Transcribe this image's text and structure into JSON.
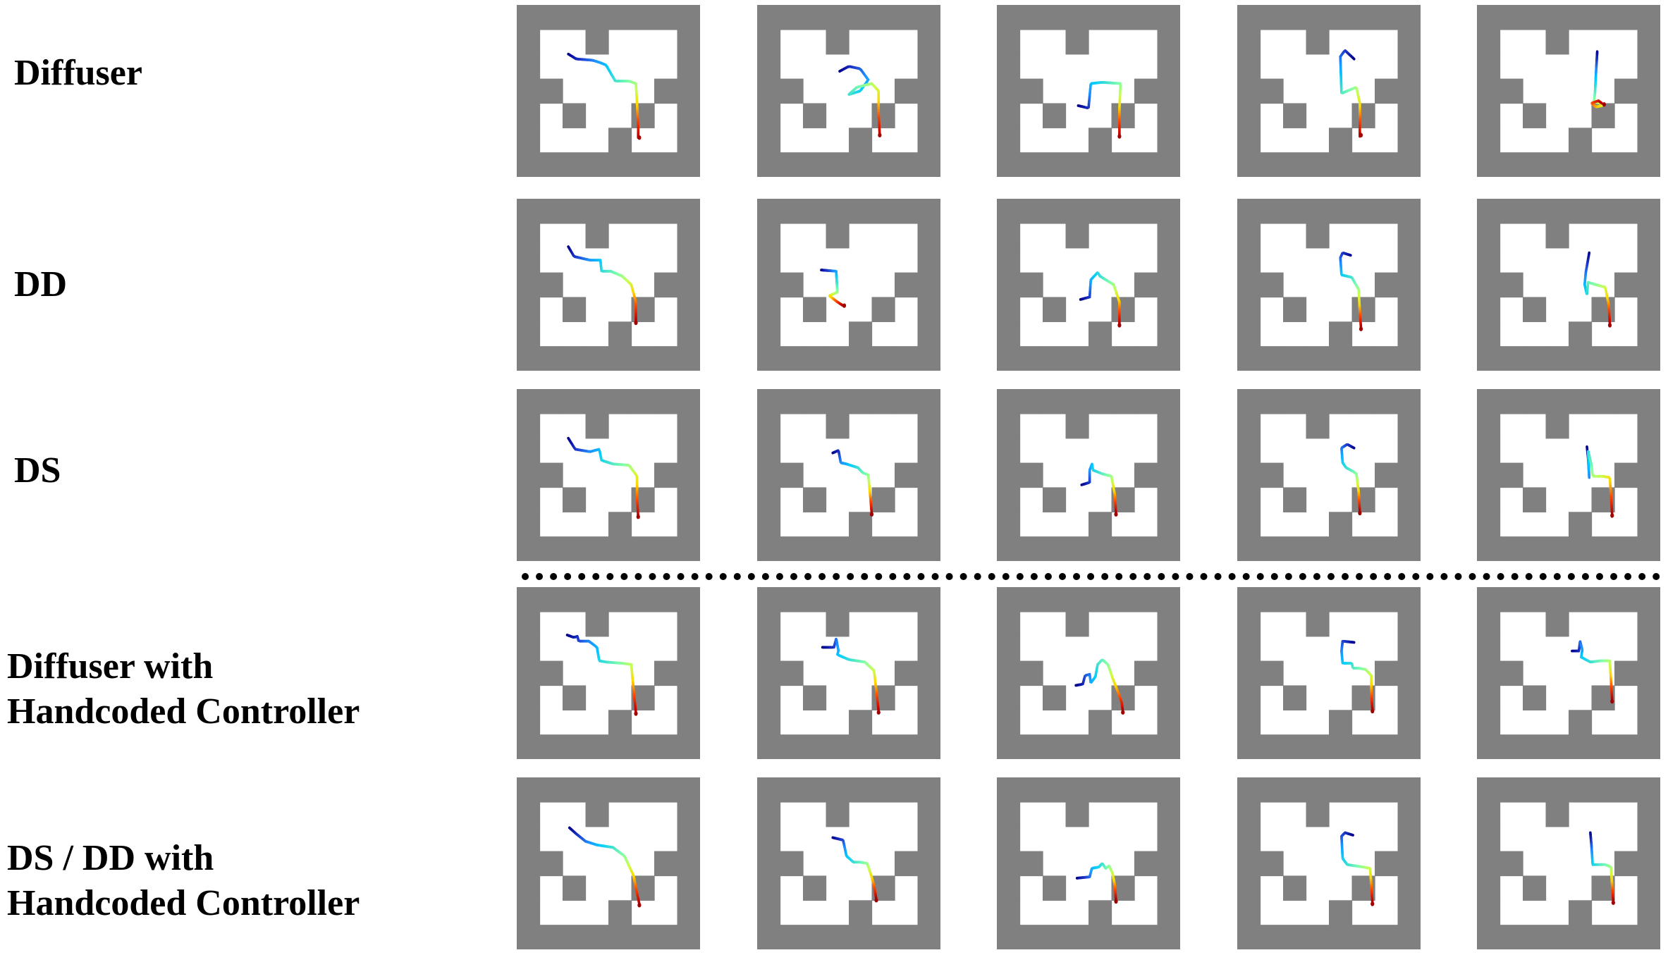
{
  "rows": [
    {
      "label_lines": [
        "Diffuser"
      ]
    },
    {
      "label_lines": [
        "DD"
      ]
    },
    {
      "label_lines": [
        "DS"
      ]
    },
    {
      "label_lines": [
        "Diffuser with",
        "Handcoded Controller"
      ]
    },
    {
      "label_lines": [
        "DS / DD with",
        "Handcoded Controller"
      ]
    }
  ],
  "maze": {
    "wall_color": "#808080",
    "floor_color": "#ffffff",
    "grid": [
      "########",
      "#  #   #",
      "#      #",
      "##    ##",
      "# #  # #",
      "#   #  #",
      "########"
    ]
  },
  "trajectory_colormap": [
    "#00008b",
    "#1e3ccd",
    "#1e90ff",
    "#00ccff",
    "#40e0d0",
    "#7fffaa",
    "#c8ff50",
    "#ffd700",
    "#ff4500",
    "#c00000"
  ],
  "goal_color": "#a00000",
  "separator": {
    "style": "dotted",
    "after_row": 2
  },
  "trajectories": [
    [
      [
        [
          2.25,
          2.0
        ],
        [
          2.6,
          2.2
        ],
        [
          3.3,
          2.25
        ],
        [
          3.65,
          2.35
        ],
        [
          3.9,
          2.45
        ],
        [
          4.3,
          3.1
        ],
        [
          4.9,
          3.1
        ],
        [
          5.2,
          3.2
        ],
        [
          5.25,
          4.0
        ],
        [
          5.3,
          5.0
        ],
        [
          5.3,
          5.4
        ]
      ],
      [
        [
          3.6,
          2.7
        ],
        [
          4.0,
          2.5
        ],
        [
          4.5,
          2.6
        ],
        [
          4.85,
          3.05
        ],
        [
          4.5,
          3.5
        ],
        [
          4.0,
          3.65
        ],
        [
          4.35,
          3.35
        ],
        [
          5.0,
          3.2
        ],
        [
          5.3,
          3.5
        ],
        [
          5.3,
          4.4
        ],
        [
          5.35,
          5.3
        ]
      ],
      [
        [
          3.55,
          4.1
        ],
        [
          4.0,
          4.2
        ],
        [
          4.1,
          3.2
        ],
        [
          4.6,
          3.15
        ],
        [
          5.4,
          3.2
        ],
        [
          5.35,
          4.2
        ],
        [
          5.35,
          5.35
        ]
      ],
      [
        [
          5.1,
          2.2
        ],
        [
          4.7,
          1.85
        ],
        [
          4.5,
          2.1
        ],
        [
          4.55,
          3.6
        ],
        [
          5.2,
          3.35
        ],
        [
          5.35,
          4.0
        ],
        [
          5.35,
          5.35
        ]
      ],
      [
        [
          5.25,
          1.9
        ],
        [
          5.2,
          2.7
        ],
        [
          5.15,
          3.6
        ],
        [
          5.1,
          3.95
        ],
        [
          5.4,
          4.0
        ],
        [
          5.45,
          4.1
        ],
        [
          5.2,
          4.15
        ],
        [
          5.0,
          4.0
        ],
        [
          5.3,
          3.9
        ],
        [
          5.45,
          4.0
        ]
      ]
    ],
    [
      [
        [
          2.25,
          1.95
        ],
        [
          2.5,
          2.35
        ],
        [
          3.2,
          2.5
        ],
        [
          3.65,
          2.5
        ],
        [
          3.7,
          2.95
        ],
        [
          4.1,
          2.95
        ],
        [
          4.6,
          3.15
        ],
        [
          5.0,
          3.5
        ],
        [
          5.2,
          4.2
        ],
        [
          5.2,
          5.0
        ]
      ],
      [
        [
          2.8,
          2.9
        ],
        [
          3.45,
          2.95
        ],
        [
          3.5,
          3.8
        ],
        [
          3.15,
          3.95
        ],
        [
          3.5,
          4.2
        ],
        [
          3.75,
          4.35
        ]
      ],
      [
        [
          3.65,
          4.1
        ],
        [
          4.05,
          4.0
        ],
        [
          4.1,
          3.3
        ],
        [
          4.4,
          3.0
        ],
        [
          4.5,
          3.15
        ],
        [
          5.1,
          3.5
        ],
        [
          5.35,
          4.2
        ],
        [
          5.35,
          5.1
        ]
      ],
      [
        [
          4.95,
          2.3
        ],
        [
          4.6,
          2.2
        ],
        [
          4.5,
          2.4
        ],
        [
          4.55,
          3.1
        ],
        [
          5.0,
          3.2
        ],
        [
          5.3,
          3.7
        ],
        [
          5.35,
          4.6
        ],
        [
          5.4,
          5.25
        ]
      ],
      [
        [
          4.9,
          2.2
        ],
        [
          4.75,
          3.0
        ],
        [
          4.7,
          3.5
        ],
        [
          4.8,
          3.9
        ],
        [
          4.85,
          3.4
        ],
        [
          5.2,
          3.5
        ],
        [
          5.6,
          3.6
        ],
        [
          5.75,
          4.3
        ],
        [
          5.8,
          5.1
        ]
      ]
    ],
    [
      [
        [
          2.25,
          2.0
        ],
        [
          2.55,
          2.45
        ],
        [
          3.2,
          2.55
        ],
        [
          3.6,
          2.45
        ],
        [
          3.7,
          2.9
        ],
        [
          4.2,
          3.05
        ],
        [
          4.9,
          3.1
        ],
        [
          5.25,
          3.55
        ],
        [
          5.25,
          4.4
        ],
        [
          5.3,
          5.2
        ]
      ],
      [
        [
          3.3,
          2.6
        ],
        [
          3.55,
          2.5
        ],
        [
          3.65,
          3.0
        ],
        [
          3.9,
          3.05
        ],
        [
          4.4,
          3.2
        ],
        [
          4.6,
          3.4
        ],
        [
          4.85,
          3.5
        ],
        [
          4.95,
          4.5
        ],
        [
          5.0,
          5.05
        ]
      ],
      [
        [
          3.7,
          3.9
        ],
        [
          4.05,
          3.8
        ],
        [
          4.05,
          3.3
        ],
        [
          4.15,
          3.05
        ],
        [
          4.2,
          3.3
        ],
        [
          4.6,
          3.45
        ],
        [
          5.0,
          3.55
        ],
        [
          5.15,
          4.3
        ],
        [
          5.2,
          5.05
        ]
      ],
      [
        [
          5.1,
          2.4
        ],
        [
          4.8,
          2.25
        ],
        [
          4.55,
          2.4
        ],
        [
          4.6,
          3.0
        ],
        [
          4.75,
          3.2
        ],
        [
          5.05,
          3.35
        ],
        [
          5.2,
          3.45
        ],
        [
          5.3,
          4.2
        ],
        [
          5.35,
          5.0
        ]
      ],
      [
        [
          4.8,
          2.35
        ],
        [
          4.85,
          2.8
        ],
        [
          4.9,
          3.6
        ],
        [
          4.85,
          2.5
        ],
        [
          5.0,
          3.1
        ],
        [
          5.05,
          3.55
        ],
        [
          5.5,
          3.55
        ],
        [
          5.8,
          3.6
        ],
        [
          5.85,
          4.3
        ],
        [
          5.9,
          5.1
        ]
      ]
    ],
    [
      [
        [
          2.2,
          1.95
        ],
        [
          2.5,
          2.05
        ],
        [
          2.65,
          2.0
        ],
        [
          2.7,
          2.2
        ],
        [
          3.15,
          2.2
        ],
        [
          3.5,
          2.45
        ],
        [
          3.6,
          3.0
        ],
        [
          3.9,
          3.05
        ],
        [
          4.6,
          3.1
        ],
        [
          5.0,
          3.15
        ],
        [
          5.1,
          4.2
        ],
        [
          5.2,
          5.1
        ]
      ],
      [
        [
          2.85,
          2.45
        ],
        [
          3.35,
          2.45
        ],
        [
          3.45,
          2.1
        ],
        [
          3.55,
          2.6
        ],
        [
          3.5,
          2.75
        ],
        [
          4.0,
          2.95
        ],
        [
          4.7,
          3.05
        ],
        [
          5.1,
          3.4
        ],
        [
          5.2,
          4.2
        ],
        [
          5.3,
          5.05
        ]
      ],
      [
        [
          3.45,
          4.0
        ],
        [
          3.75,
          3.95
        ],
        [
          3.85,
          3.6
        ],
        [
          4.05,
          3.55
        ],
        [
          4.1,
          3.9
        ],
        [
          4.3,
          3.65
        ],
        [
          4.4,
          3.15
        ],
        [
          4.6,
          2.95
        ],
        [
          4.85,
          3.15
        ],
        [
          5.05,
          3.7
        ],
        [
          5.3,
          4.3
        ],
        [
          5.45,
          4.7
        ],
        [
          5.5,
          5.05
        ]
      ],
      [
        [
          5.1,
          2.25
        ],
        [
          4.6,
          2.2
        ],
        [
          4.55,
          2.6
        ],
        [
          4.6,
          3.1
        ],
        [
          5.0,
          3.1
        ],
        [
          5.05,
          3.3
        ],
        [
          5.3,
          3.3
        ],
        [
          5.6,
          3.35
        ],
        [
          5.85,
          3.6
        ],
        [
          5.85,
          4.4
        ],
        [
          5.9,
          5.0
        ]
      ],
      [
        [
          4.15,
          2.6
        ],
        [
          4.45,
          2.6
        ],
        [
          4.5,
          2.2
        ],
        [
          4.6,
          2.55
        ],
        [
          4.55,
          2.85
        ],
        [
          4.95,
          3.05
        ],
        [
          5.4,
          3.0
        ],
        [
          5.8,
          3.0
        ],
        [
          5.85,
          3.8
        ],
        [
          5.9,
          4.6
        ]
      ]
    ],
    [
      [
        [
          2.3,
          2.05
        ],
        [
          2.6,
          2.3
        ],
        [
          3.0,
          2.6
        ],
        [
          3.5,
          2.75
        ],
        [
          4.2,
          2.85
        ],
        [
          4.7,
          3.2
        ],
        [
          4.9,
          3.6
        ],
        [
          5.1,
          4.0
        ],
        [
          5.2,
          4.5
        ],
        [
          5.35,
          5.15
        ]
      ],
      [
        [
          3.3,
          2.45
        ],
        [
          3.75,
          2.55
        ],
        [
          3.9,
          3.2
        ],
        [
          4.2,
          3.45
        ],
        [
          4.5,
          3.45
        ],
        [
          4.8,
          3.5
        ],
        [
          4.95,
          3.9
        ],
        [
          5.1,
          4.4
        ],
        [
          5.2,
          4.95
        ]
      ],
      [
        [
          3.5,
          4.1
        ],
        [
          4.05,
          4.05
        ],
        [
          4.15,
          3.7
        ],
        [
          4.45,
          3.65
        ],
        [
          4.6,
          3.5
        ],
        [
          4.75,
          3.7
        ],
        [
          4.9,
          3.6
        ],
        [
          5.05,
          3.9
        ],
        [
          5.15,
          4.4
        ],
        [
          5.2,
          5.0
        ]
      ],
      [
        [
          5.05,
          2.35
        ],
        [
          4.7,
          2.25
        ],
        [
          4.55,
          2.4
        ],
        [
          4.6,
          3.3
        ],
        [
          4.8,
          3.55
        ],
        [
          5.15,
          3.6
        ],
        [
          5.5,
          3.65
        ],
        [
          5.8,
          3.7
        ],
        [
          5.85,
          4.4
        ],
        [
          5.9,
          5.1
        ]
      ],
      [
        [
          4.95,
          2.25
        ],
        [
          5.0,
          2.8
        ],
        [
          5.05,
          3.55
        ],
        [
          5.6,
          3.55
        ],
        [
          5.85,
          3.65
        ],
        [
          5.9,
          4.4
        ],
        [
          5.95,
          5.05
        ]
      ]
    ]
  ],
  "goals": [
    [
      [
        5.35,
        5.4
      ],
      [
        5.35,
        5.3
      ],
      [
        5.35,
        5.35
      ],
      [
        5.4,
        5.3
      ],
      [
        5.55,
        4.05
      ]
    ],
    [
      [
        5.2,
        5.05
      ],
      [
        3.8,
        4.35
      ],
      [
        5.35,
        5.15
      ],
      [
        5.4,
        5.3
      ],
      [
        5.8,
        5.15
      ]
    ],
    [
      [
        5.3,
        5.2
      ],
      [
        5.0,
        5.1
      ],
      [
        5.2,
        5.1
      ],
      [
        5.35,
        5.05
      ],
      [
        5.9,
        5.15
      ]
    ],
    [
      [
        5.2,
        5.15
      ],
      [
        5.3,
        5.1
      ],
      [
        5.5,
        5.1
      ],
      [
        5.9,
        5.05
      ],
      [
        5.9,
        4.65
      ]
    ],
    [
      [
        5.35,
        5.2
      ],
      [
        5.2,
        5.0
      ],
      [
        5.2,
        5.05
      ],
      [
        5.9,
        5.15
      ],
      [
        5.95,
        5.1
      ]
    ]
  ]
}
